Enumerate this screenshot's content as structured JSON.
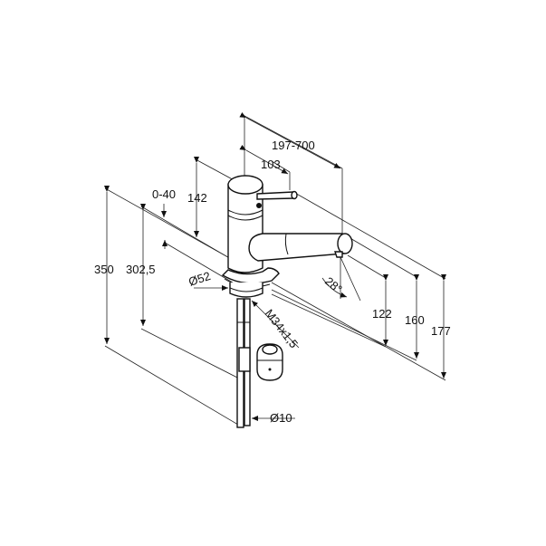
{
  "drawing": {
    "subject": "single-lever kitchen faucet technical dimension drawing",
    "units": "mm",
    "dimensions": {
      "reach_range": "197-700",
      "lever_reach": "103",
      "body_height": "142",
      "worktop_thickness": "0-40",
      "total_height": "350",
      "hose_height": "302,5",
      "base_diameter": "Ø52",
      "thread": "M34x1,5",
      "spout_angle": "28°",
      "spout_height": "122",
      "spout_top_height": "160",
      "overall_height": "177",
      "hose_diameter": "Ø10"
    }
  }
}
